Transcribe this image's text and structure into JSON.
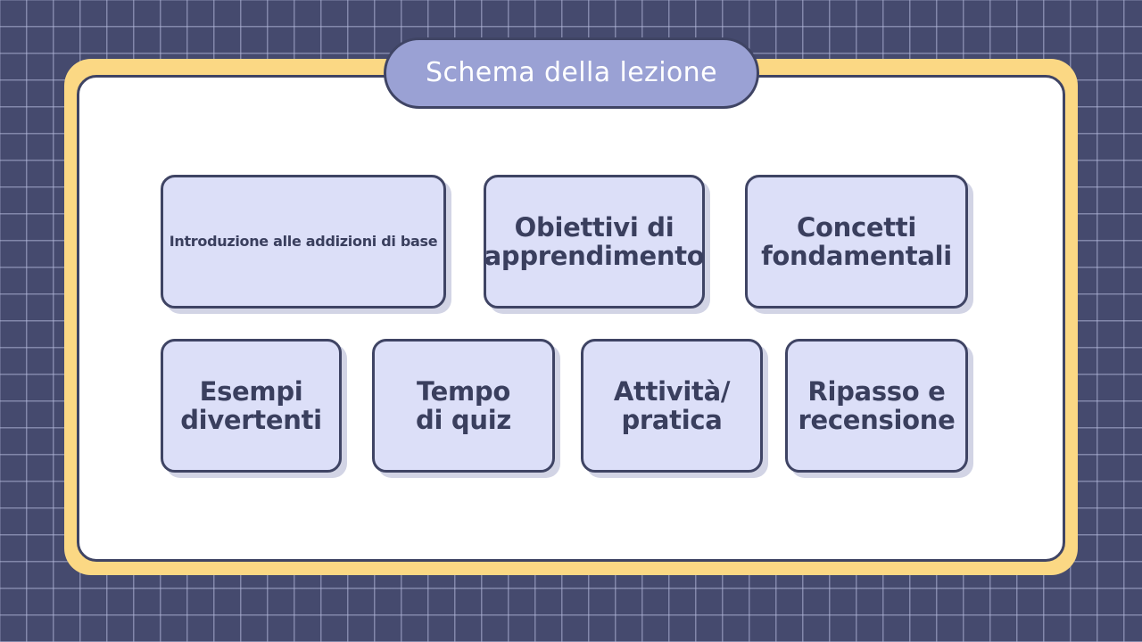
{
  "slide": {
    "title": "Schema della lezione",
    "background_color": "#454a6e",
    "grid_line_color": "#b4badb",
    "frame_color": "#fbd884",
    "panel_color": "#ffffff",
    "outline_color": "#3f4464",
    "card_fill_color": "#dcdff8",
    "card_text_color": "#3a3f5e",
    "title_pill_color": "#9aa1d4",
    "title_text_color": "#ffffff"
  },
  "cards": [
    {
      "id": "card-1",
      "label": "Introduzione alle addizioni di base",
      "row": 1,
      "column": 1
    },
    {
      "id": "card-2",
      "label": "Obiettivi di\napprendimento",
      "line1": "Obiettivi di",
      "line2": "apprendimento",
      "row": 1,
      "column": 2
    },
    {
      "id": "card-3",
      "label": "Concetti\nfondamentali",
      "line1": "Concetti",
      "line2": "fondamentali",
      "row": 1,
      "column": 3
    },
    {
      "id": "card-4",
      "label": "Esempi\ndivertenti",
      "line1": "Esempi",
      "line2": "divertenti",
      "row": 2,
      "column": 1
    },
    {
      "id": "card-5",
      "label": "Tempo\ndi quiz",
      "line1": "Tempo",
      "line2": "di quiz",
      "row": 2,
      "column": 2
    },
    {
      "id": "card-6",
      "label": "Attività/\npratica",
      "line1": "Attività/",
      "line2": "pratica",
      "row": 2,
      "column": 3
    },
    {
      "id": "card-7",
      "label": "Ripasso e\nrecensione",
      "line1": "Ripasso e",
      "line2": "recensione",
      "row": 2,
      "column": 4
    }
  ]
}
